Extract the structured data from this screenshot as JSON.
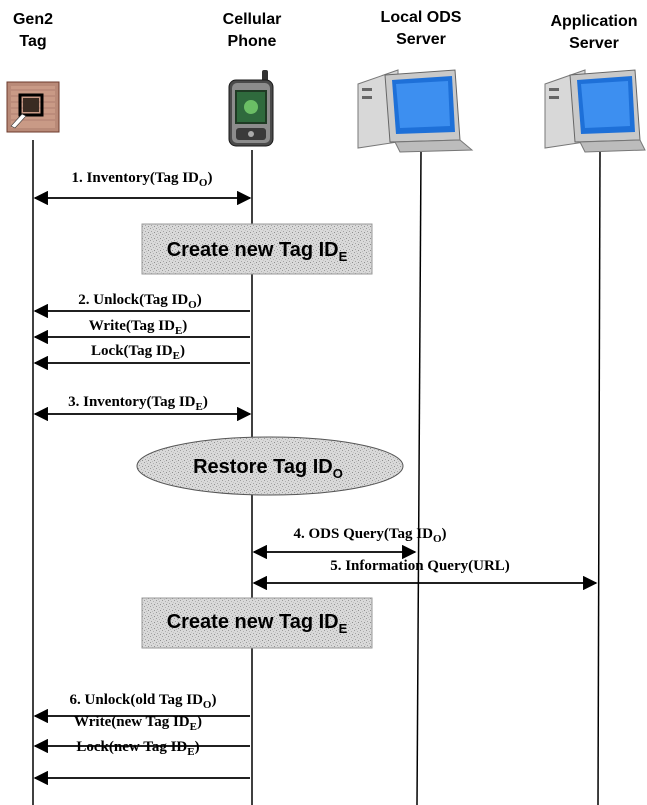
{
  "participants": {
    "tag": {
      "line1": "Gen2",
      "line2": "Tag"
    },
    "phone": {
      "line1": "Cellular",
      "line2": "Phone"
    },
    "ods": {
      "line1": "Local ODS",
      "line2": "Server"
    },
    "app": {
      "line1": "Application",
      "line2": "Server"
    }
  },
  "messages": {
    "m1": {
      "text": "1. Inventory(Tag ID",
      "sub": "O",
      "close": ")"
    },
    "m2": {
      "text": "2. Unlock(Tag ID",
      "sub": "O",
      "close": ")"
    },
    "m3": {
      "text": "Write(Tag ID",
      "sub": "E",
      "close": ")"
    },
    "m4": {
      "text": "Lock(Tag ID",
      "sub": "E",
      "close": ")"
    },
    "m5": {
      "text": "3. Inventory(Tag ID",
      "sub": "E",
      "close": ")"
    },
    "m6": {
      "text": "4. ODS Query(Tag ID",
      "sub": "O",
      "close": ")"
    },
    "m7": {
      "text": "5. Information Query(URL)"
    },
    "m8": {
      "text": "6. Unlock(old Tag ID",
      "sub": "O",
      "close": ")"
    },
    "m9": {
      "text": "Write(new Tag ID",
      "sub": "E",
      "close": ")"
    },
    "m10": {
      "text": "Lock(new Tag ID",
      "sub": "E",
      "close": ")"
    }
  },
  "boxes": {
    "create1": {
      "text": "Create new Tag ID",
      "sub": "E"
    },
    "restore": {
      "text": "Restore Tag ID",
      "sub": "O"
    },
    "create2": {
      "text": "Create new Tag ID",
      "sub": "E"
    }
  },
  "icons": {
    "tag": "rfid-tag-icon",
    "phone": "cellular-phone-icon",
    "ods": "desktop-computer-icon",
    "app": "desktop-computer-icon"
  }
}
